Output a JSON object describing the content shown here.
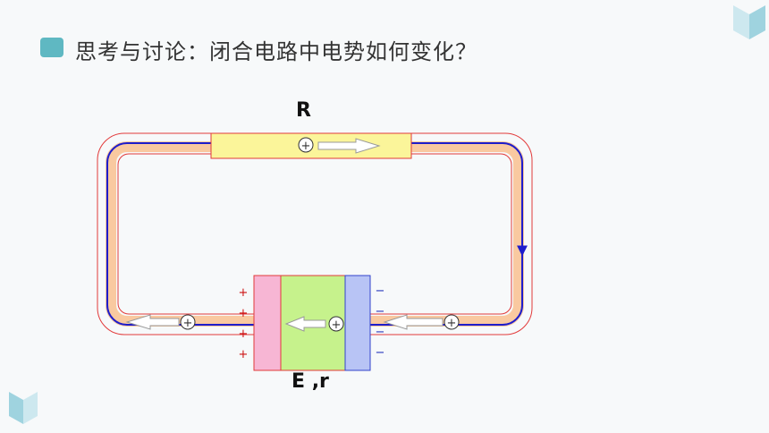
{
  "slide": {
    "title": "思考与讨论：闭合电路中电势如何变化？"
  },
  "diagram": {
    "resistor_label": "R",
    "source_label": "E ,r",
    "charge_symbol": "+",
    "plate_positive_signs": [
      "+",
      "+",
      "+",
      "+"
    ],
    "plate_negative_signs": [
      "−",
      "−",
      "−",
      "−"
    ],
    "colors": {
      "wire_outline": "#e23a3a",
      "wire_band": "#f9c9a0",
      "current_line": "#1d1dcc",
      "resistor_fill": "#fbf59a",
      "positive_plate": "#f7b6d4",
      "negative_plate": "#b8c4f5",
      "source_body": "#c6f28c"
    }
  }
}
